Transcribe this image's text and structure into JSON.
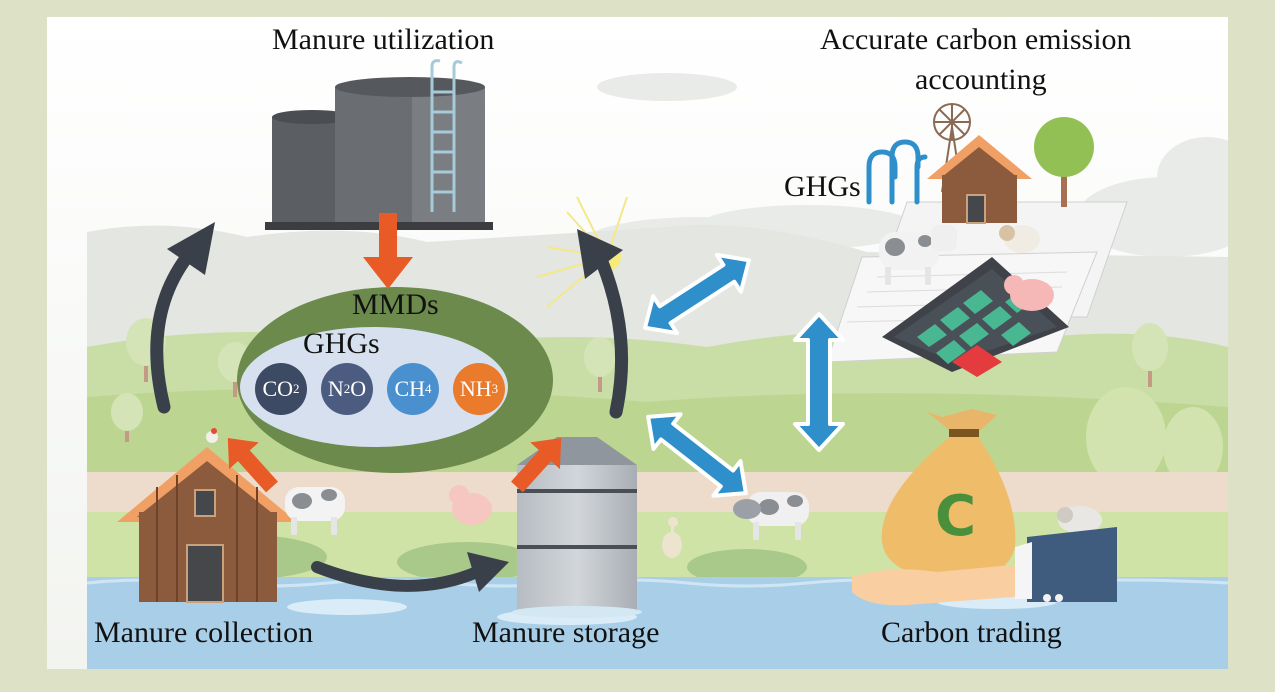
{
  "labels": {
    "manure_utilization": "Manure utilization",
    "accounting_line1": "Accurate carbon emission",
    "accounting_line2": "accounting",
    "ghgs_top": "GHGs",
    "mmds": "MMDs",
    "ghgs_inner": "GHGs",
    "manure_collection": "Manure collection",
    "manure_storage": "Manure storage",
    "carbon_trading": "Carbon trading",
    "bag_letter": "C"
  },
  "gases": [
    {
      "base": "CO",
      "sub1": "",
      "mid": "",
      "sub2": "2",
      "color": "#3d4a63"
    },
    {
      "base": "N",
      "sub1": "2",
      "mid": "O",
      "sub2": "",
      "color": "#4b5c80"
    },
    {
      "base": "CH",
      "sub1": "",
      "mid": "",
      "sub2": "4",
      "color": "#4a90cf"
    },
    {
      "base": "NH",
      "sub1": "",
      "mid": "",
      "sub2": "3",
      "color": "#ea7a2c"
    }
  ],
  "colors": {
    "frame": "#dde2c6",
    "ellipse_outer": "#6b8a4c",
    "ellipse_inner": "#d7e0ef",
    "arrow_dark": "#3a4049",
    "arrow_orange": "#e85a26",
    "arrow_blue": "#2f8fca",
    "water": "#a9cfe8"
  }
}
